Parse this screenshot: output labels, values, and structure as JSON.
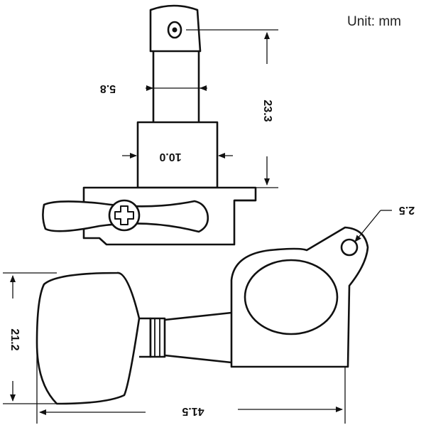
{
  "unit_label": "Unit: mm",
  "dimensions": {
    "post_diameter": "5.8",
    "post_height": "23.3",
    "bushing_width": "10.0",
    "screw_hole": "2.5",
    "button_height": "21.2",
    "overall_length": "41.5"
  },
  "colors": {
    "line": "#111111",
    "background": "#ffffff"
  }
}
